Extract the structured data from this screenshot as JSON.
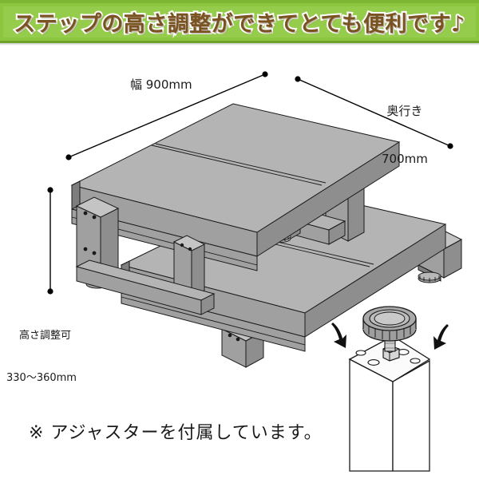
{
  "banner": {
    "text": "ステップの高さ調整ができてとても便利です♪",
    "bg_color": "#96cc4c",
    "border_color": "#7eb532",
    "text_color": "#7a5323",
    "outline_color": "#ffffff"
  },
  "diagram": {
    "title": "two-tier wooden step isometric drawing",
    "body_color": "#a8a8a8",
    "line_color": "#1a1a1a",
    "dimensions": {
      "width_label": "幅 900mm",
      "depth_label_line1": "奥行き",
      "depth_label_line2": "700mm",
      "height_label_line1": "高さ調整可",
      "height_label_line2": "330〜360mm"
    }
  },
  "adjuster": {
    "caption": "※ アジャスターを付属しています。",
    "knob_name": "adjustable-foot-knob",
    "rotation_arrow_left": "counter-clockwise",
    "rotation_arrow_right": "clockwise"
  }
}
